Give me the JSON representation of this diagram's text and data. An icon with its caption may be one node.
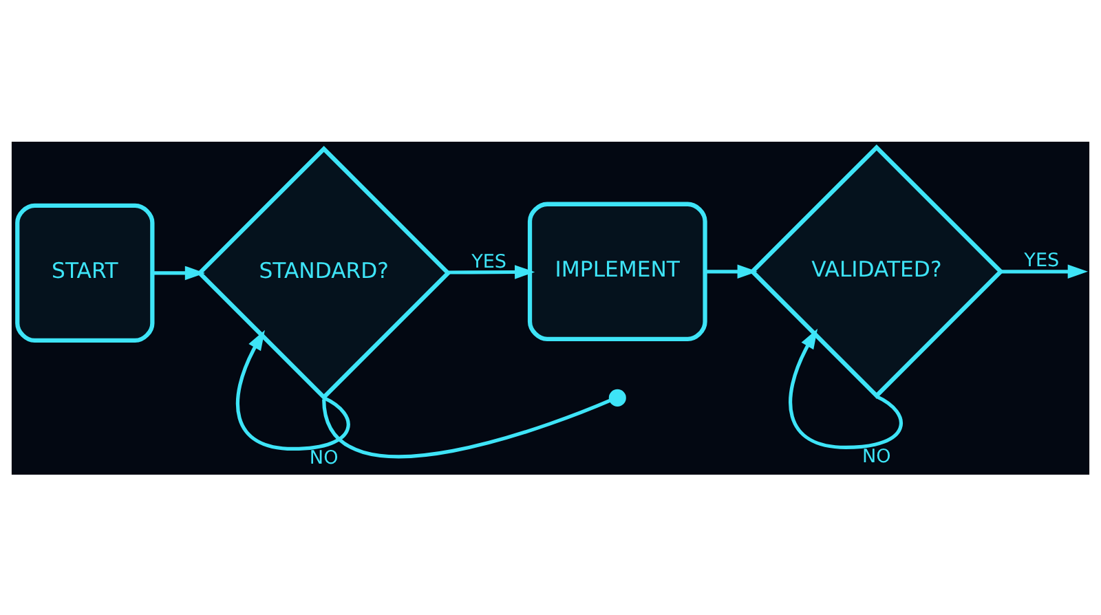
{
  "diagram": {
    "nodes": [
      {
        "text": [
          "START"
        ]
      },
      {
        "text": [
          "STANDARD?"
        ]
      },
      {
        "text": [
          "IMPLEMENT"
        ]
      },
      {
        "text": [
          "VALIDATED?"
        ]
      },
      {
        "text": [],
        "shape": "circle"
      }
    ],
    "edges": [
      {
        "from": 0,
        "to": 1,
        "arrow": "to"
      },
      {
        "from": 1,
        "to": 2,
        "arrow": "to",
        "label": "YES"
      },
      {
        "from": 2,
        "to": 3,
        "arrow": "to"
      },
      {
        "from": 3,
        "to": null,
        "arrow": "to",
        "label": "YES"
      },
      {
        "from": 1,
        "to": 1,
        "arrow": "to",
        "label": "NO"
      },
      {
        "from": 1,
        "to": 4,
        "arrow": "none"
      },
      {
        "from": 3,
        "to": 3,
        "arrow": "to",
        "label": "NO"
      }
    ]
  }
}
